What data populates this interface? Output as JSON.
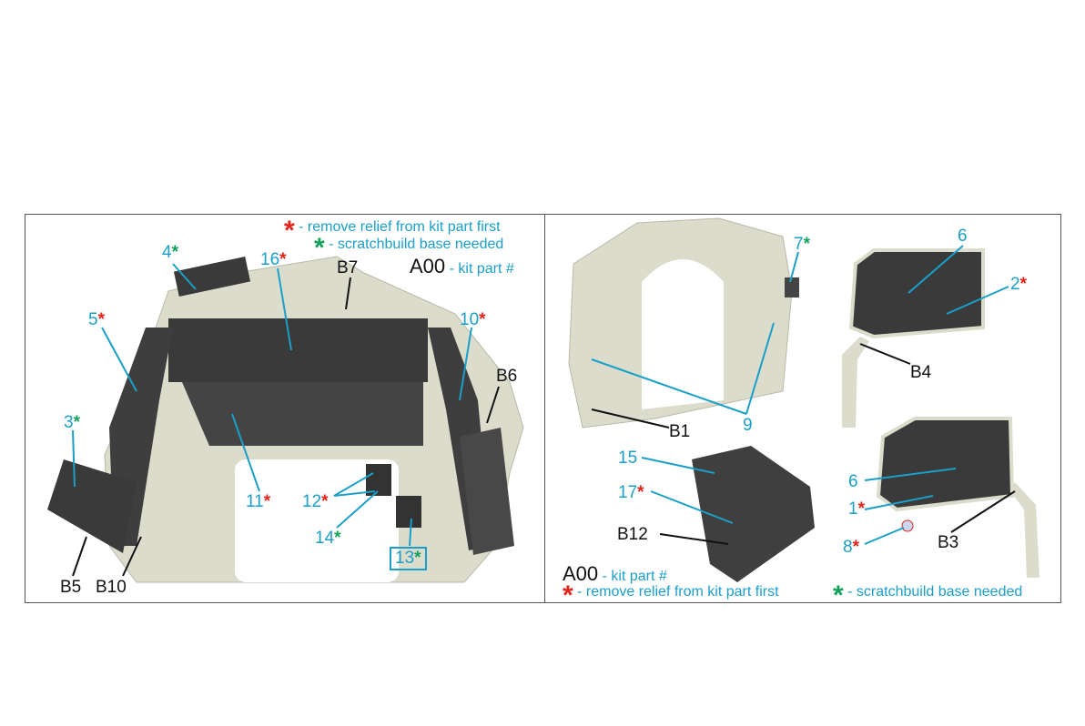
{
  "colors": {
    "label": "#1a9fc9",
    "red_star": "#e2231a",
    "green_star": "#12a05a",
    "part": "#dcdccc",
    "panel": "#3a3a3a"
  },
  "legend_left": {
    "red_text": "- remove relief from kit part first",
    "green_text": "- scratchbuild base needed",
    "code": "A00",
    "code_text": "- kit part #",
    "star": "*"
  },
  "legend_right": {
    "red_text": "- remove relief from kit part first",
    "green_text": "- scratchbuild base needed",
    "code": "A00",
    "code_text": "- kit part #",
    "star": "*"
  },
  "left_labels": [
    {
      "num": "4",
      "star": "*",
      "color": "green"
    },
    {
      "num": "16",
      "star": "*",
      "color": "red"
    },
    {
      "num": "5",
      "star": "*",
      "color": "red"
    },
    {
      "num": "10",
      "star": "*",
      "color": "red"
    },
    {
      "num": "3",
      "star": "*",
      "color": "green"
    },
    {
      "num": "11",
      "star": "*",
      "color": "red"
    },
    {
      "num": "12",
      "star": "*",
      "color": "red"
    },
    {
      "num": "14",
      "star": "*",
      "color": "green"
    },
    {
      "num": "13",
      "star": "*",
      "color": "green"
    }
  ],
  "left_parts": [
    "B7",
    "B6",
    "B5",
    "B10"
  ],
  "right_labels": [
    {
      "num": "7",
      "star": "*",
      "color": "green"
    },
    {
      "num": "6",
      "star": "",
      "color": ""
    },
    {
      "num": "2",
      "star": "*",
      "color": "red"
    },
    {
      "num": "9",
      "star": "",
      "color": ""
    },
    {
      "num": "15",
      "star": "",
      "color": ""
    },
    {
      "num": "17",
      "star": "*",
      "color": "red"
    },
    {
      "num": "6",
      "star": "",
      "color": ""
    },
    {
      "num": "1",
      "star": "*",
      "color": "red"
    },
    {
      "num": "8",
      "star": "*",
      "color": "red"
    }
  ],
  "right_parts": [
    "B4",
    "B1",
    "B12",
    "B3"
  ]
}
